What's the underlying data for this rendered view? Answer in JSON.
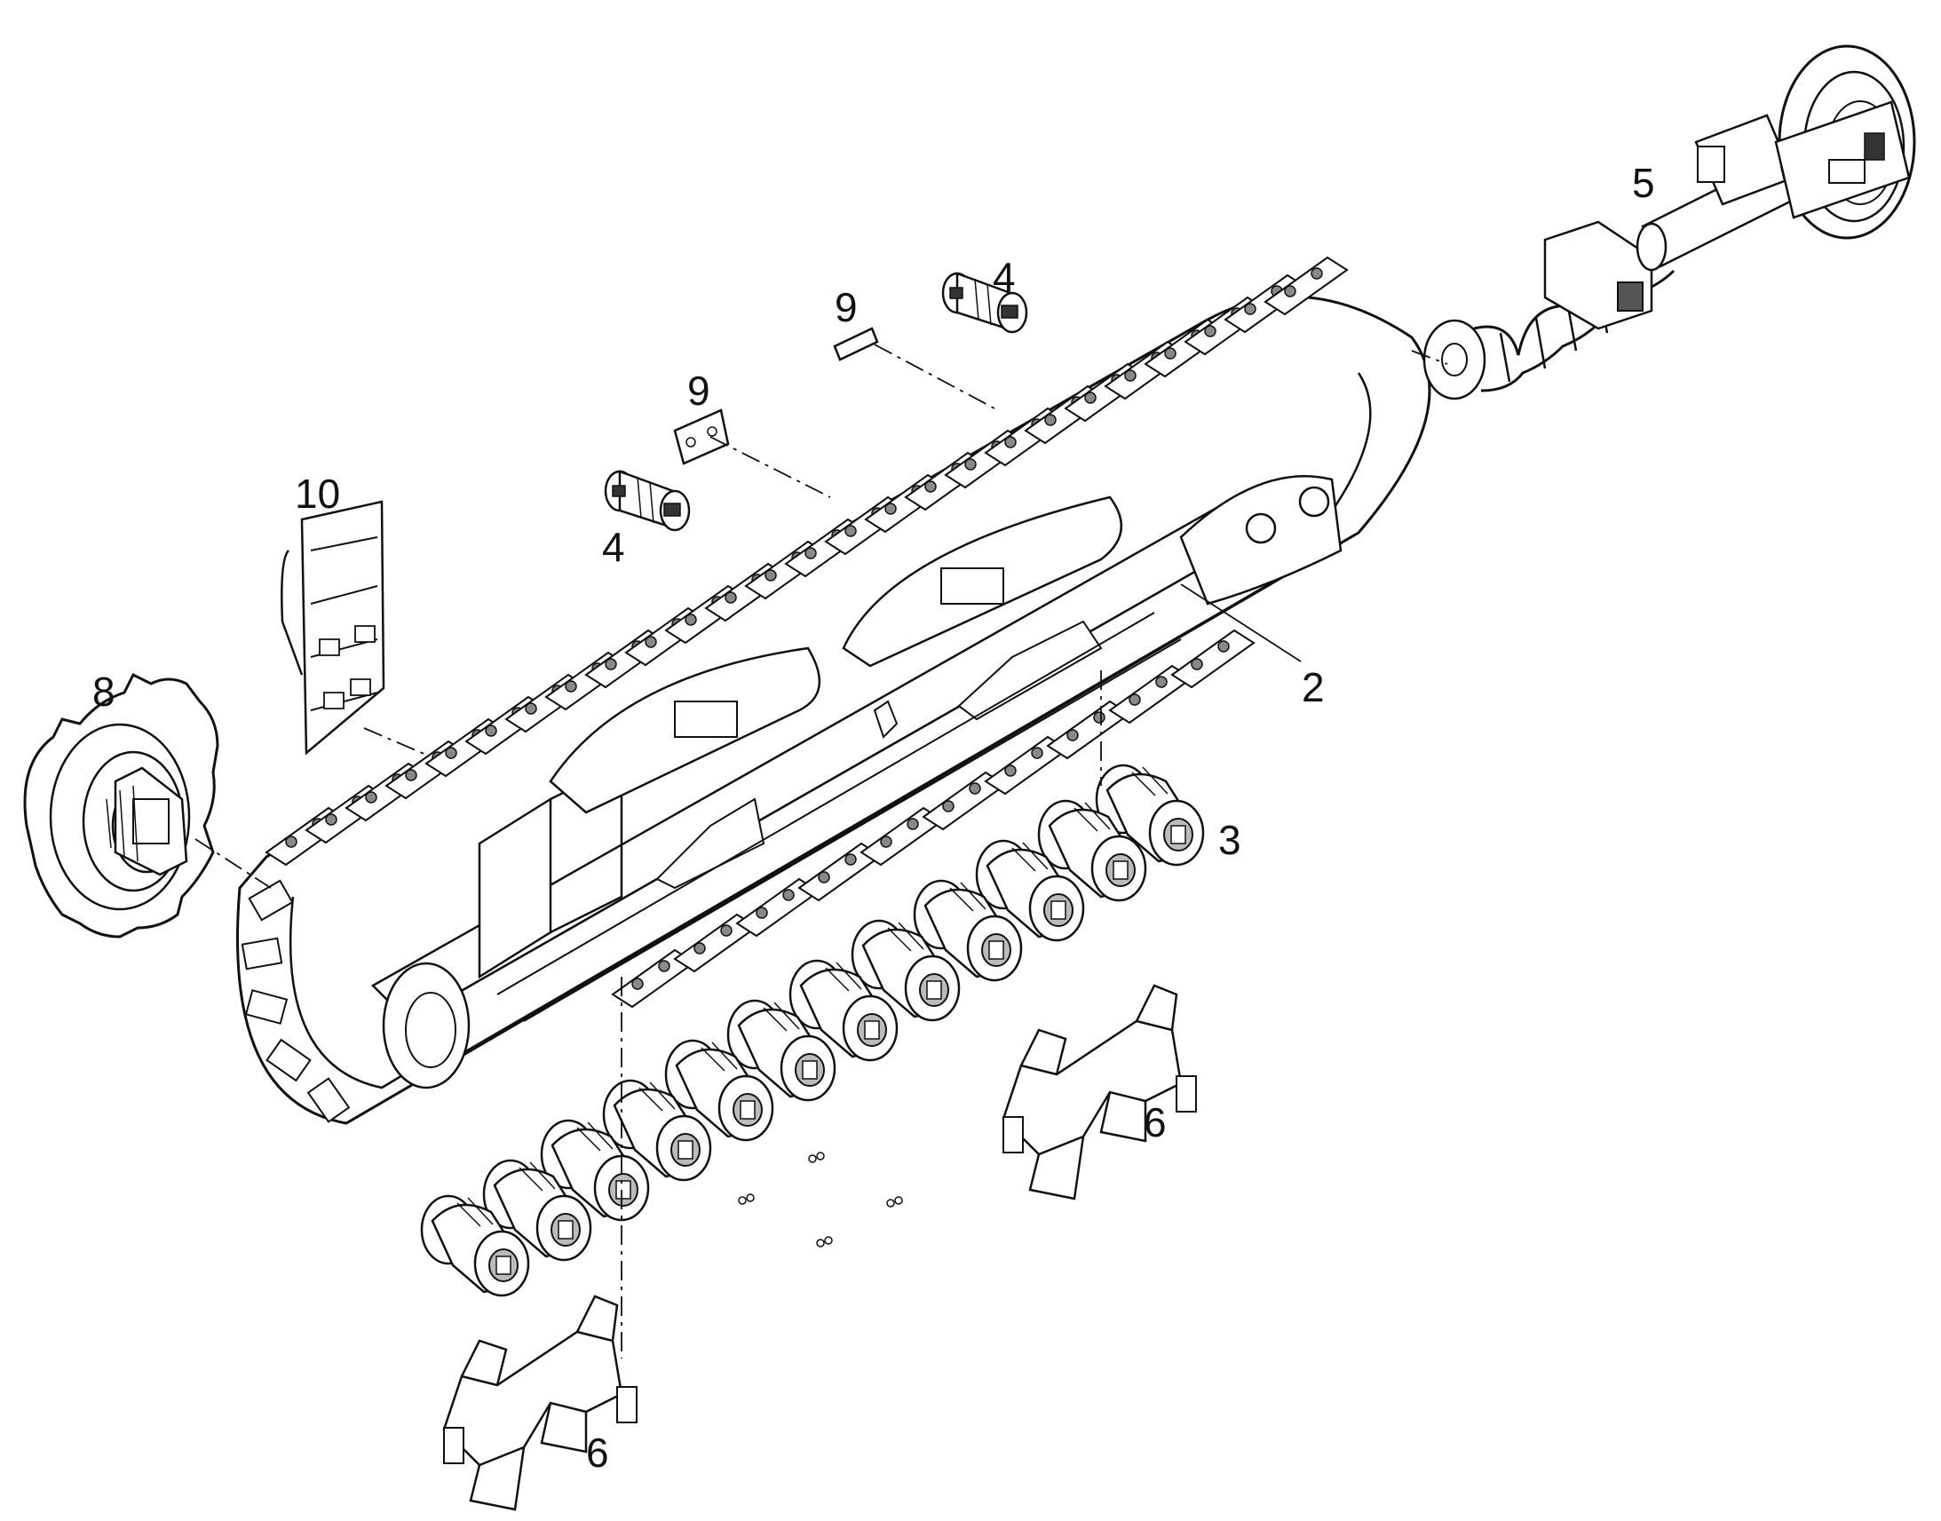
{
  "diagram": {
    "type": "exploded-parts-view",
    "subject": "crawler undercarriage track frame",
    "colors": {
      "line": "#111111",
      "background": "#ffffff",
      "fill": "#ffffff",
      "shade": "#d9d9d9"
    },
    "callouts": [
      {
        "id": "c2",
        "label": "2"
      },
      {
        "id": "c3",
        "label": "3"
      },
      {
        "id": "c4a",
        "label": "4"
      },
      {
        "id": "c4b",
        "label": "4"
      },
      {
        "id": "c5",
        "label": "5"
      },
      {
        "id": "c6a",
        "label": "6"
      },
      {
        "id": "c6b",
        "label": "6"
      },
      {
        "id": "c8",
        "label": "8"
      },
      {
        "id": "c9a",
        "label": "9"
      },
      {
        "id": "c9b",
        "label": "9"
      },
      {
        "id": "c10",
        "label": "10"
      }
    ]
  }
}
